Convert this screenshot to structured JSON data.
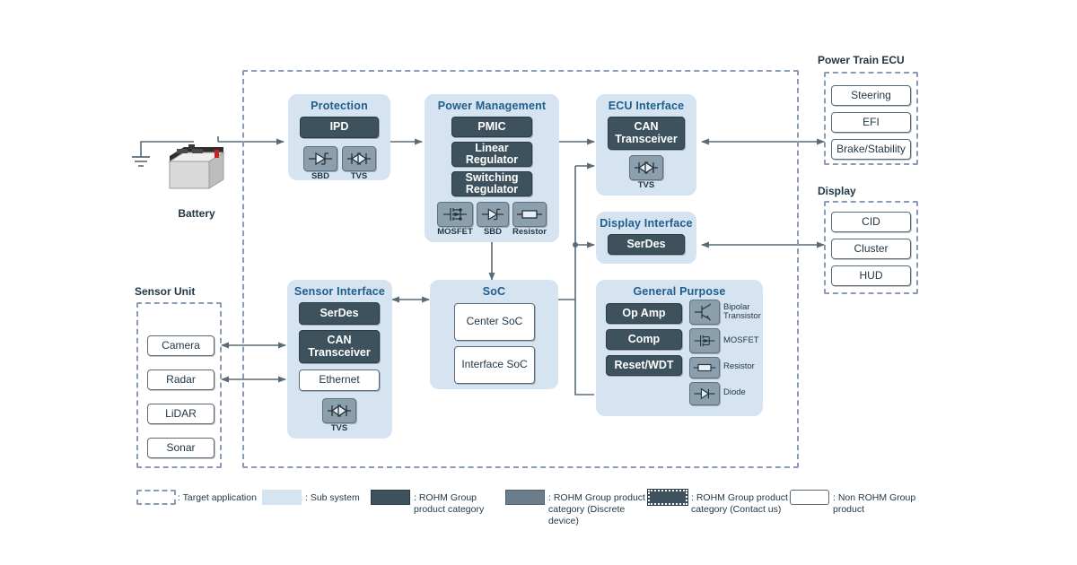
{
  "diagram": {
    "battery": {
      "label": "Battery"
    },
    "groups": [
      {
        "label": "Power Train ECU",
        "items": [
          "Steering",
          "EFI",
          "Brake/Stability"
        ]
      },
      {
        "label": "Display",
        "items": [
          "CID",
          "Cluster",
          "HUD"
        ]
      },
      {
        "label": "Sensor Unit",
        "items": [
          "Camera",
          "Radar",
          "LiDAR",
          "Sonar"
        ]
      }
    ],
    "blocks": {
      "protection": {
        "title": "Protection",
        "products": [
          "IPD"
        ],
        "discretes": [
          {
            "label": "SBD",
            "icon": "schottky-diode-icon"
          },
          {
            "label": "TVS",
            "icon": "tvs-diode-icon"
          }
        ]
      },
      "power_management": {
        "title": "Power Management",
        "products": [
          "PMIC",
          "Linear Regulator",
          "Switching Regulator"
        ],
        "discretes": [
          {
            "label": "MOSFET",
            "icon": "mosfet-icon"
          },
          {
            "label": "SBD",
            "icon": "schottky-diode-icon"
          },
          {
            "label": "Resistor",
            "icon": "resistor-icon"
          }
        ]
      },
      "ecu_interface": {
        "title": "ECU Interface",
        "products": [
          "CAN Transceiver"
        ],
        "discretes": [
          {
            "label": "TVS",
            "icon": "tvs-diode-icon"
          }
        ]
      },
      "display_interface": {
        "title": "Display Interface",
        "products": [
          "SerDes"
        ]
      },
      "sensor_interface": {
        "title": "Sensor Interface",
        "products": [
          "SerDes",
          "CAN Transceiver"
        ],
        "non_rohm": [
          "Ethernet"
        ],
        "discretes": [
          {
            "label": "TVS",
            "icon": "tvs-diode-icon"
          }
        ]
      },
      "soc": {
        "title": "SoC",
        "non_rohm": [
          "Center SoC",
          "Interface SoC"
        ]
      },
      "general_purpose": {
        "title": "General Purpose",
        "products": [
          "Op Amp",
          "Comp",
          "Reset/WDT"
        ],
        "discretes": [
          {
            "label": "Bipolar Transistor",
            "icon": "bipolar-transistor-icon"
          },
          {
            "label": "MOSFET",
            "icon": "mosfet-icon"
          },
          {
            "label": "Resistor",
            "icon": "resistor-icon"
          },
          {
            "label": "Diode",
            "icon": "diode-icon"
          }
        ]
      }
    }
  },
  "legend": [
    {
      "swatch": "dashed",
      "text": ": Target application"
    },
    {
      "swatch": "subsys",
      "text": ": Sub system"
    },
    {
      "swatch": "dark",
      "text": ": ROHM Group product category"
    },
    {
      "swatch": "gray",
      "text": ": ROHM Group product category (Discrete device)"
    },
    {
      "swatch": "dotted",
      "text": ": ROHM Group product category (Contact us)"
    },
    {
      "swatch": "white",
      "text": ": Non ROHM Group product"
    }
  ],
  "colors": {
    "product_dark": "#3d525c",
    "subsystem_blue": "#d6e4f2",
    "discrete_gray": "#8c9fad",
    "dashed_border": "#8a9bb5",
    "heading_blue": "#1f5d8c",
    "wire": "#5a6b77"
  }
}
